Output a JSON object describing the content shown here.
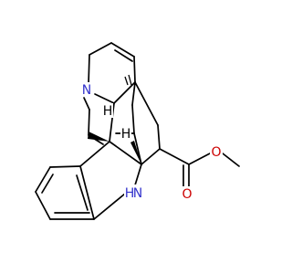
{
  "colors": {
    "bond": "#000000",
    "nitrogen": "#3333cc",
    "oxygen": "#cc0000",
    "background": "#ffffff"
  },
  "atoms": {
    "n_amine": "N",
    "n_indole": "N",
    "h_indole": "H",
    "h_stereo_left": "H",
    "h_stereo_bridge": "H",
    "o_carbonyl": "O",
    "o_ester": "O"
  }
}
